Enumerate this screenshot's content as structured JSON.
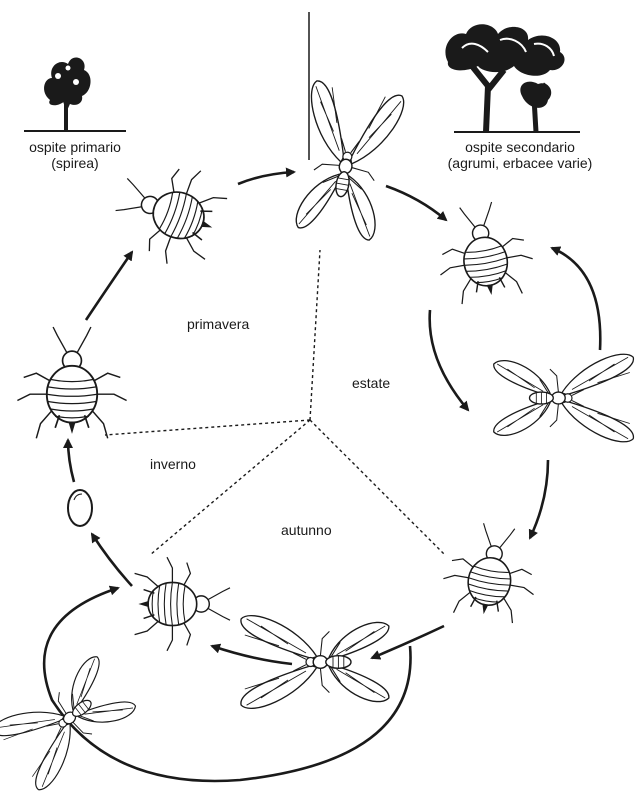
{
  "hosts": {
    "primary": {
      "line1": "ospite primario",
      "line2": "(spirea)",
      "icon": "shrub-icon"
    },
    "secondary": {
      "line1": "ospite secondario",
      "line2": "(agrumi, erbacee varie)",
      "icon": "trees-icon"
    }
  },
  "seasons": {
    "spring": "primavera",
    "summer": "estate",
    "autumn": "autunno",
    "winter": "inverno"
  },
  "colors": {
    "ink": "#1a1a1a",
    "paper": "#ffffff"
  }
}
